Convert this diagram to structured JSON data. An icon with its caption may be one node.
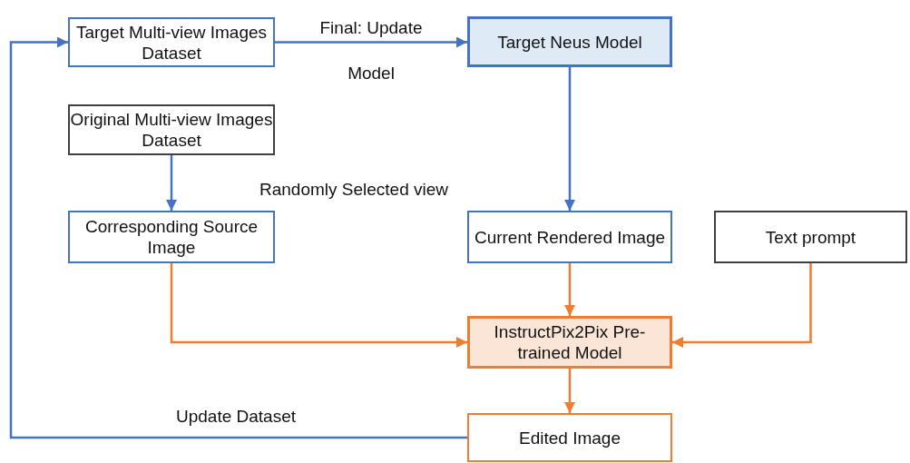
{
  "diagram": {
    "nodes": [
      {
        "text": [
          "Target Multi-view Images Dataset"
        ]
      },
      {
        "text": [
          "Target Neus Model"
        ]
      },
      {
        "text": [
          "Original Multi-view Images Dataset"
        ]
      },
      {
        "text": [
          "Corresponding Source Image"
        ]
      },
      {
        "text": [
          "Current Rendered Image"
        ]
      },
      {
        "text": [
          "Text prompt"
        ]
      },
      {
        "text": [
          "InstructPix2Pix Pre-trained Model"
        ]
      },
      {
        "text": [
          "Edited Image"
        ]
      }
    ],
    "edges": [
      {
        "from": 0,
        "to": 1,
        "arrow": "to",
        "label": "Final: Update Model"
      },
      {
        "from": 1,
        "to": 4,
        "arrow": "to"
      },
      {
        "from": 2,
        "to": 3,
        "arrow": "to"
      },
      {
        "from": 3,
        "to": 6,
        "arrow": "to",
        "color": "#ed7d31"
      },
      {
        "from": 4,
        "to": 6,
        "arrow": "to",
        "color": "#ed7d31"
      },
      {
        "from": 5,
        "to": 6,
        "arrow": "to",
        "color": "#ed7d31"
      },
      {
        "from": 6,
        "to": 7,
        "arrow": "to",
        "color": "#ed7d31"
      },
      {
        "from": 7,
        "to": 0,
        "arrow": "to",
        "label": "Update Dataset"
      }
    ],
    "labels": [
      "Randomly Selected view"
    ]
  }
}
